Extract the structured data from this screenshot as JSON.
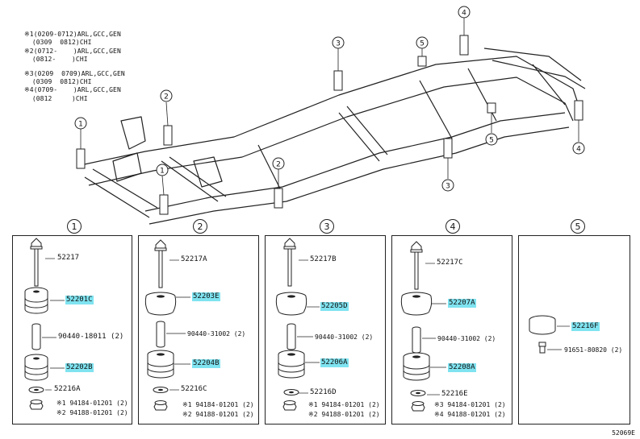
{
  "notes": [
    "※1(0209-0712)ARL,GCC,GEN",
    "  (0309  0812)CHI",
    "※2(0712-    )ARL,GCC,GEN",
    "  (0812-    )CHI",
    "",
    "※3(0209  0709)ARL,GCC,GEN",
    "  (0309  0812)CHI",
    "※4(0709-    )ARL,GCC,GEN",
    "  (0812     )CHI"
  ],
  "callouts": [
    "1",
    "2",
    "3",
    "4",
    "5"
  ],
  "panels": [
    {
      "num": "1",
      "bolt": "52217",
      "upper": "52201C",
      "sleeve": "90440-18011 (2)",
      "lower": "52202B",
      "washer": "52216A",
      "nut1": "※1 94184-01201 (2)",
      "nut2": "※2 94188-01201 (2)"
    },
    {
      "num": "2",
      "bolt": "52217A",
      "upper": "52203E",
      "sleeve": "90440-31002 (2)",
      "lower": "52204B",
      "washer": "52216C",
      "nut1": "※1 94184-01201 (2)",
      "nut2": "※2 94188-01201 (2)"
    },
    {
      "num": "3",
      "bolt": "52217B",
      "upper": "52205D",
      "sleeve": "90440-31002 (2)",
      "lower": "52206A",
      "washer": "52216D",
      "nut1": "※1 94184-01201 (2)",
      "nut2": "※2 94188-01201 (2)"
    },
    {
      "num": "4",
      "bolt": "52217C",
      "upper": "52207A",
      "sleeve": "90440-31002 (2)",
      "lower": "52208A",
      "washer": "52216E",
      "nut1": "※3 94184-01201 (2)",
      "nut2": "※4 94188-01201 (2)"
    },
    {
      "num": "5",
      "upper": "52216F",
      "bolt": "91651-80820 (2)"
    }
  ],
  "diagram_code": "52069E",
  "colors": {
    "highlight": "#7fe3f0",
    "line": "#222222"
  }
}
